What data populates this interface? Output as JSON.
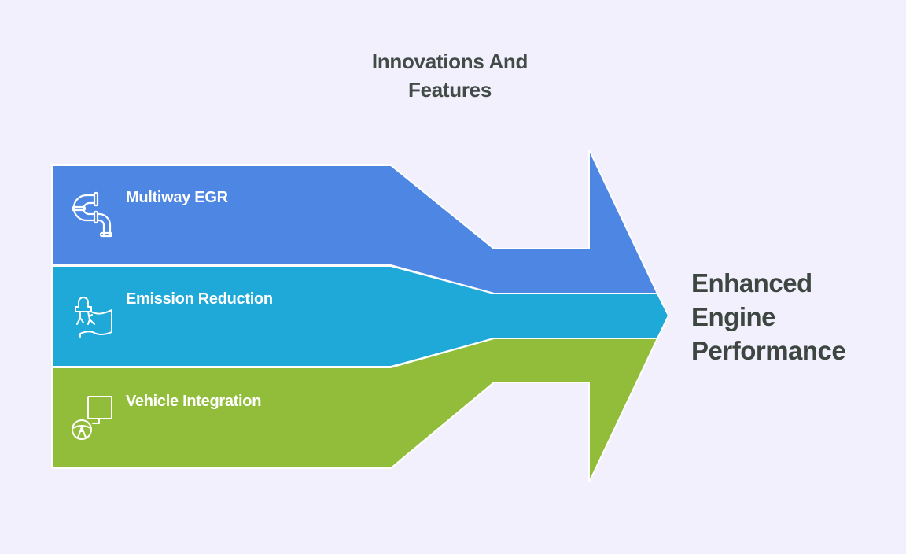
{
  "title": "Innovations And Features",
  "title_lines": [
    "Innovations And",
    "Features"
  ],
  "outcome": "Enhanced Engine Performance",
  "outcome_lines": [
    "Enhanced",
    "Engine",
    "Performance"
  ],
  "items": [
    {
      "label": "Multiway EGR",
      "icon": "pipe-icon",
      "color": "#4d87e3"
    },
    {
      "label": "Emission Reduction",
      "icon": "emission-reduction-icon",
      "color": "#1fa9d9"
    },
    {
      "label": "Vehicle Integration",
      "icon": "vehicle-integration-icon",
      "color": "#92bd3a"
    }
  ],
  "colors": {
    "background": "#f2f0fd",
    "text": "#434b47",
    "separator": "#ffffff"
  }
}
